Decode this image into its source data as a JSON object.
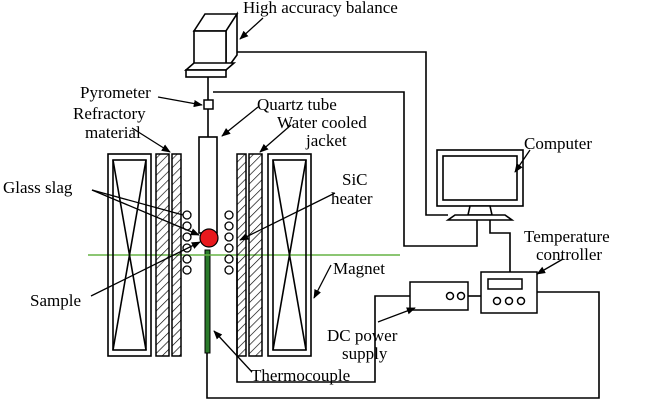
{
  "labels": {
    "balance": "High accuracy balance",
    "pyrometer": "Pyrometer",
    "quartz": "Quartz tube",
    "refractory1": "Refractory",
    "refractory2": "material",
    "water1": "Water cooled",
    "water2": "jacket",
    "computer": "Computer",
    "glass": "Glass slag",
    "sic1": "SiC",
    "sic2": "heater",
    "temp1": "Temperature",
    "temp2": "controller",
    "magnet": "Magnet",
    "sample": "Sample",
    "dc1": "DC power",
    "dc2": "supply",
    "thermo": "Thermocouple"
  },
  "colors": {
    "line": "#000000",
    "sample": "#e8191d",
    "horizontal_line": "#67b345",
    "thermocouple": "#2a7a2a"
  }
}
